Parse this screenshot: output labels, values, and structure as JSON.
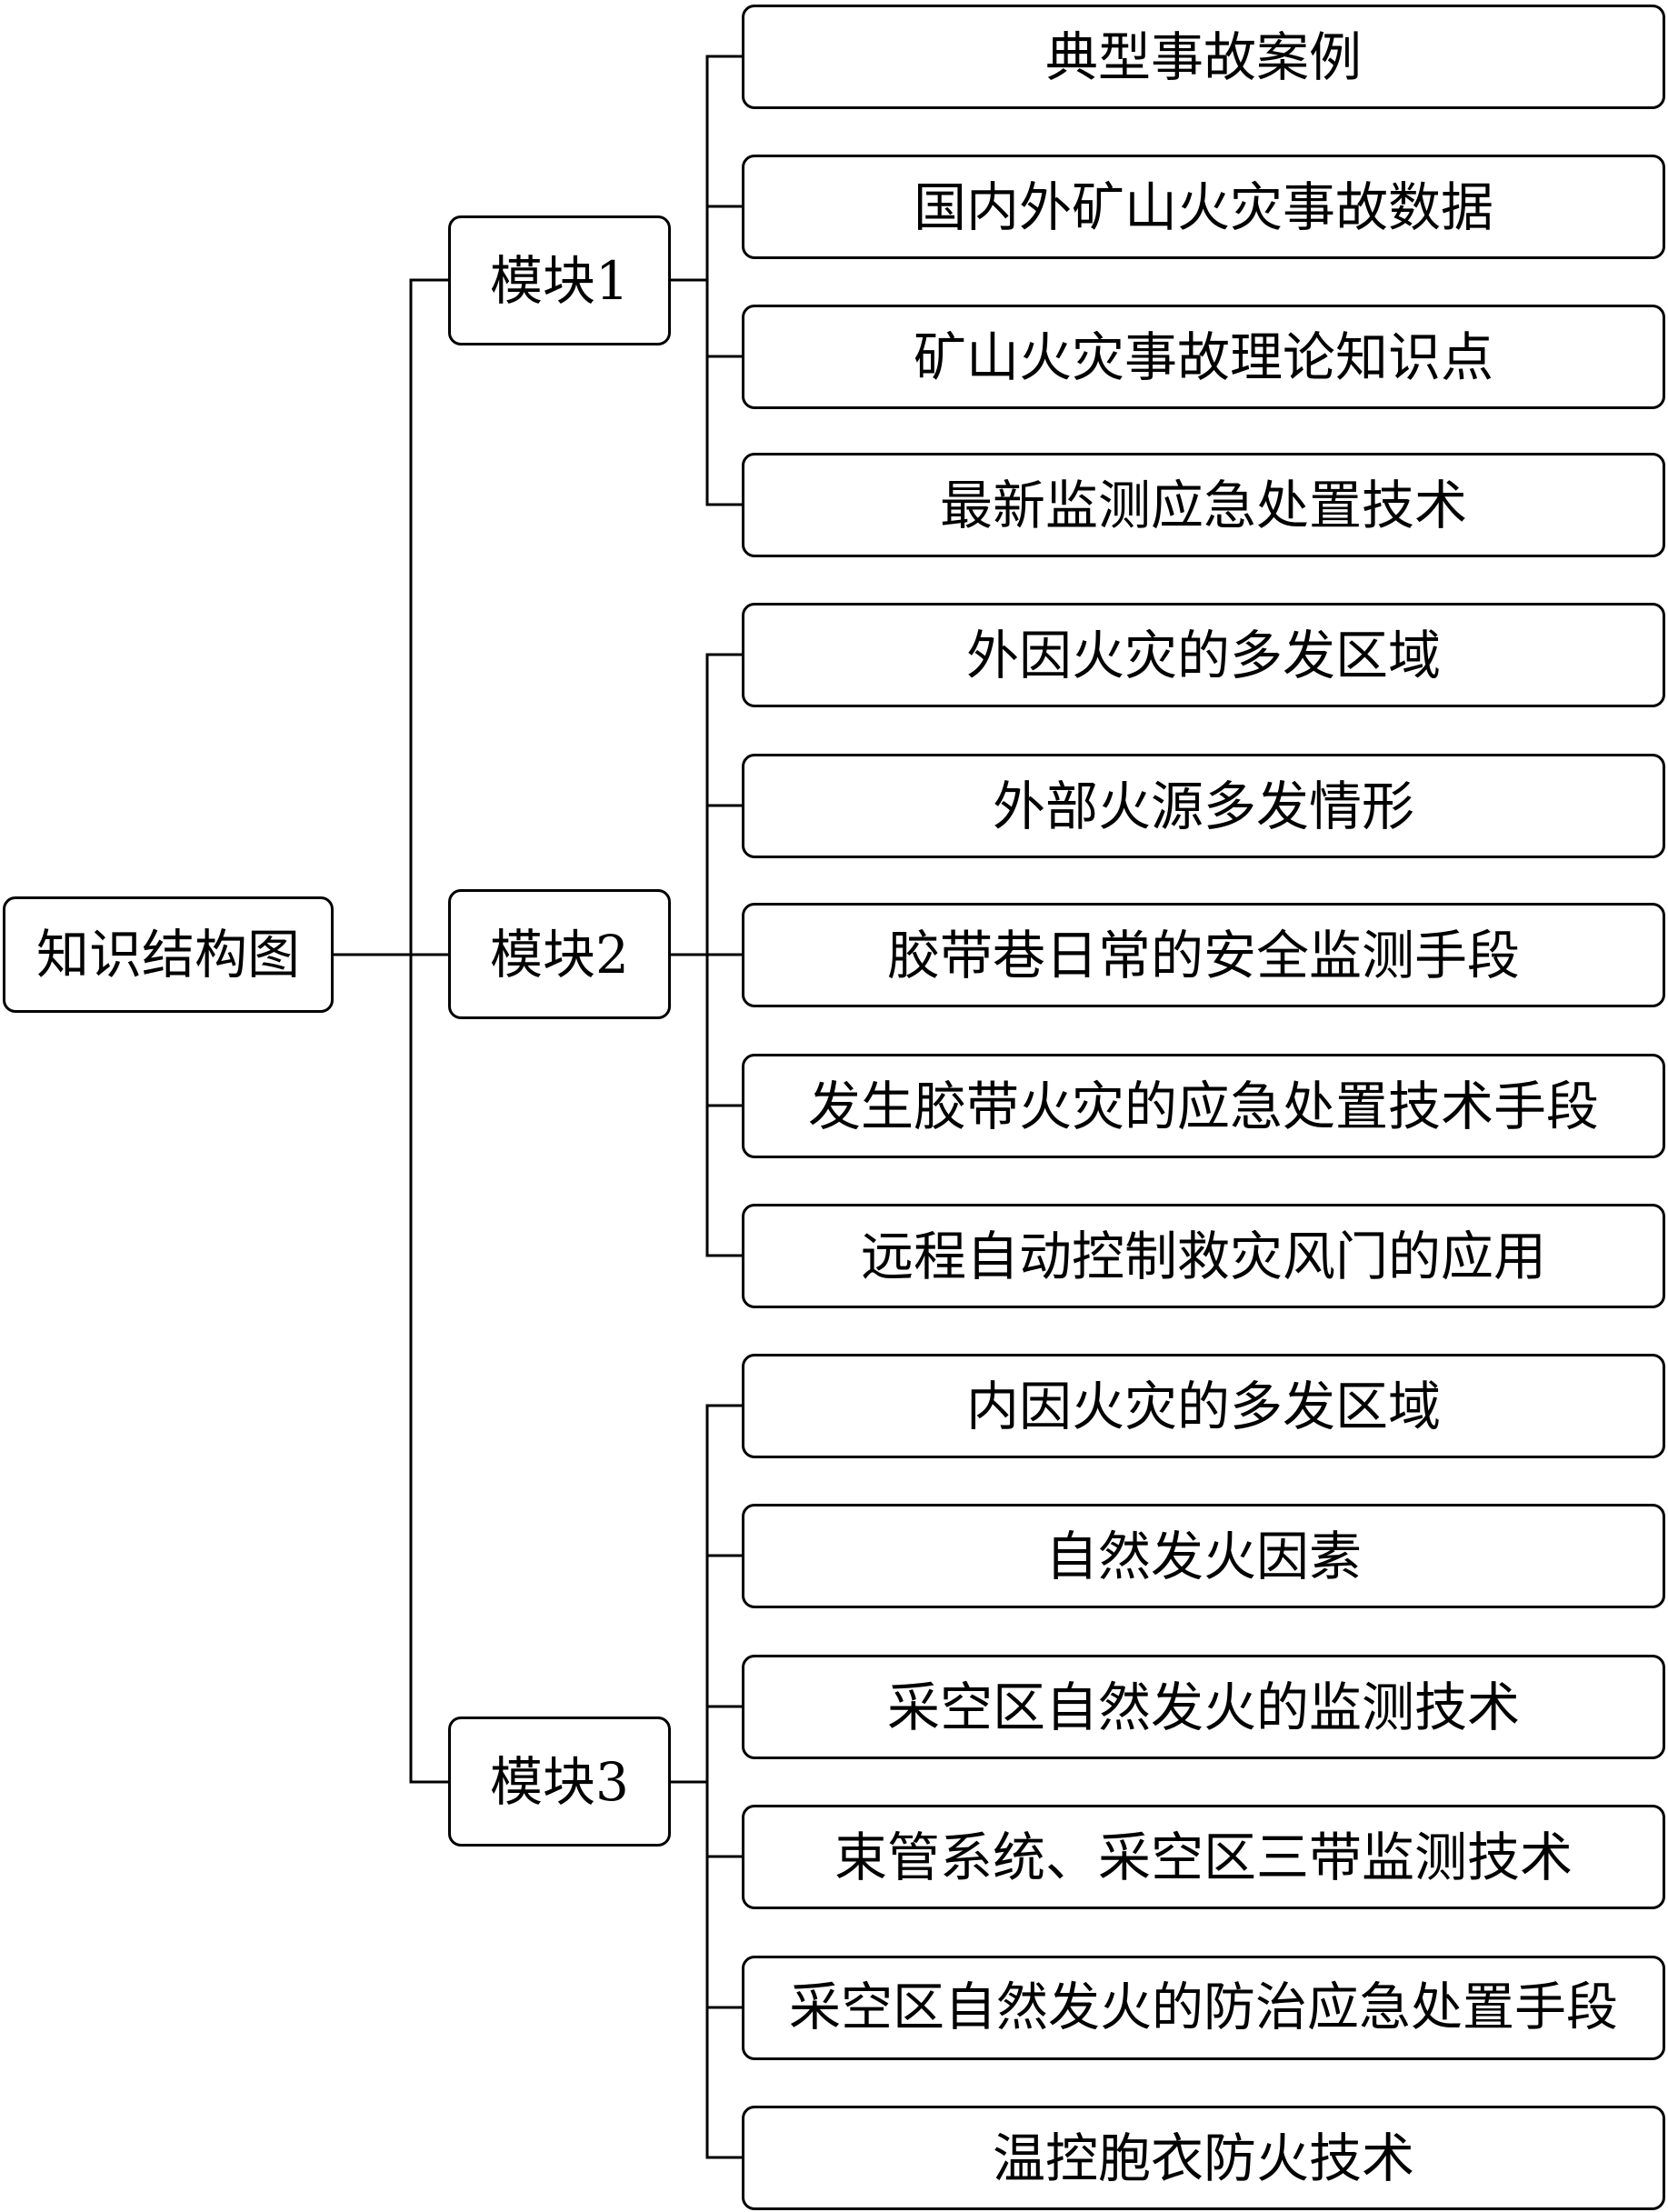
{
  "root": {
    "label": "知识结构图"
  },
  "modules": [
    {
      "label": "模块1",
      "items": [
        "典型事故案例",
        "国内外矿山火灾事故数据",
        "矿山火灾事故理论知识点",
        "最新监测应急处置技术"
      ]
    },
    {
      "label": "模块2",
      "items": [
        "外因火灾的多发区域",
        "外部火源多发情形",
        "胶带巷日常的安全监测手段",
        "发生胶带火灾的应急处置技术手段",
        "远程自动控制救灾风门的应用"
      ]
    },
    {
      "label": "模块3",
      "items": [
        "内因火灾的多发区域",
        "自然发火因素",
        "采空区自然发火的监测技术",
        "束管系统、采空区三带监测技术",
        "采空区自然发火的防治应急处置手段",
        "温控胞衣防火技术"
      ]
    }
  ]
}
